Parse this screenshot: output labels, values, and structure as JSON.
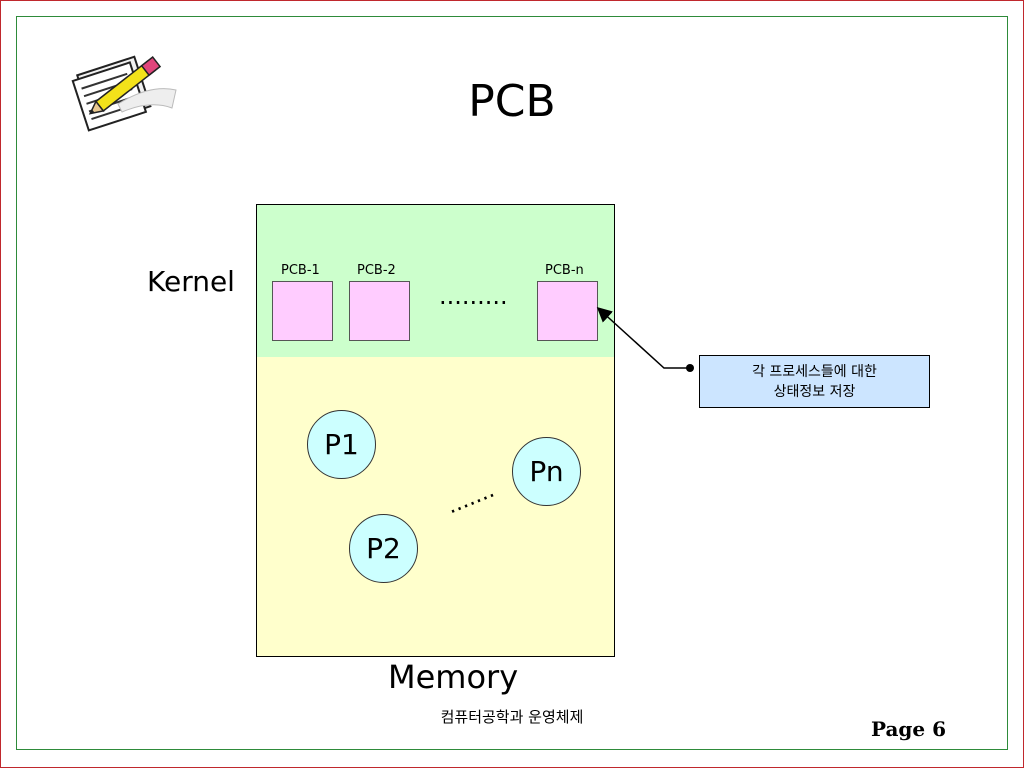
{
  "slide": {
    "title": "PCB",
    "footer": "컴퓨터공학과 운영체제",
    "page_label": "Page 6"
  },
  "clipart": {
    "icon": "notepad-pencil-icon"
  },
  "diagram": {
    "kernel_label": "Kernel",
    "memory_label": "Memory",
    "pcbs": [
      {
        "label": "PCB-1"
      },
      {
        "label": "PCB-2"
      },
      {
        "label": "PCB-n"
      }
    ],
    "pcb_ellipsis": ".........",
    "processes": [
      {
        "label": "P1"
      },
      {
        "label": "P2"
      },
      {
        "label": "Pn"
      }
    ],
    "process_ellipsis": ".......",
    "callout": {
      "line1": "각 프로세스들에 대한",
      "line2": "상태정보 저장"
    }
  },
  "colors": {
    "kernel_fill": "#ccffcc",
    "memory_fill": "#ffffcc",
    "pcb_fill": "#ffccff",
    "process_fill": "#ccffff",
    "callout_fill": "#cce5ff",
    "outer_border": "#c0282d",
    "inner_border": "#2e8b3a"
  }
}
